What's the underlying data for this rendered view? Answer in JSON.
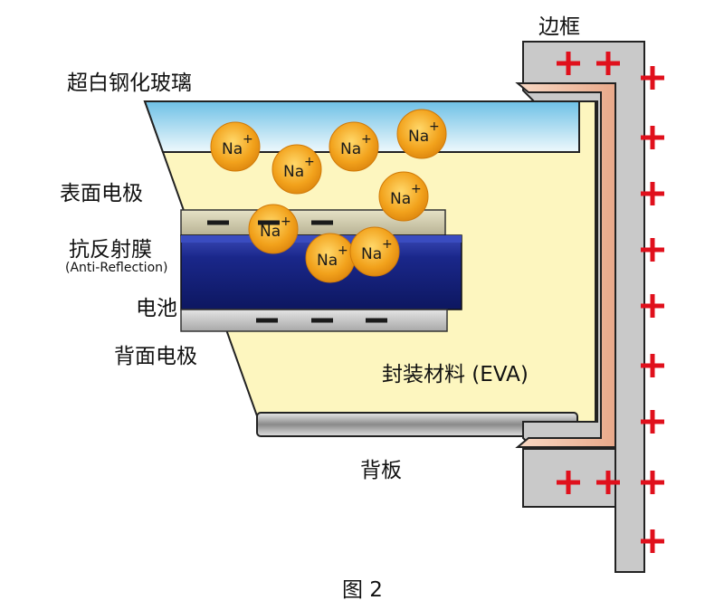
{
  "labels": {
    "frame": "边框",
    "glass": "超白钢化玻璃",
    "front_electrode": "表面电极",
    "arc": "抗反射膜",
    "arc_en": "(Anti-Reflection)",
    "cell": "电池",
    "back_electrode": "背面电极",
    "eva": "封装材料 (EVA)",
    "backsheet": "背板",
    "figure": "图 2"
  },
  "ions": {
    "symbol": "Na",
    "charge": "+",
    "count": 8
  },
  "charges": {
    "plus": "+",
    "minus": "−"
  },
  "colors": {
    "frame": "#c8c8c8",
    "frame_inner": "#f2c7ad",
    "eva": "#fdf6bf",
    "glass_top": "#9fd6ee",
    "cell": "#14217a",
    "electrode": "#c8c2a0",
    "ion": "#f0a522",
    "plus": "#e0101c"
  }
}
